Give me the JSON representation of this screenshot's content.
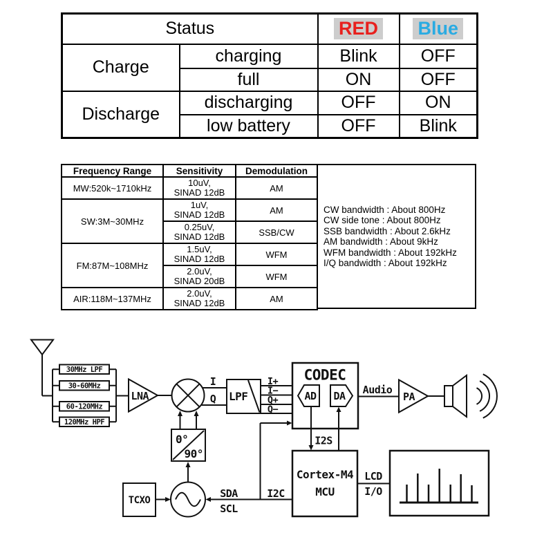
{
  "led_table": {
    "headers": {
      "status": "Status",
      "red": "RED",
      "blue": "Blue"
    },
    "red_color": "#e8201e",
    "blue_color": "#2aabe2",
    "highlight_color": "#cdcdcd",
    "rows": [
      {
        "group": "Charge",
        "state": "charging",
        "red": "Blink",
        "blue": "OFF"
      },
      {
        "group": "Charge",
        "state": "full",
        "red": "ON",
        "blue": "OFF"
      },
      {
        "group": "Discharge",
        "state": "discharging",
        "red": "OFF",
        "blue": "ON"
      },
      {
        "group": "Discharge",
        "state": "low battery",
        "red": "OFF",
        "blue": "Blink"
      }
    ]
  },
  "spec_table": {
    "headers": [
      "Frequency Range",
      "Sensitivity",
      "Demodulation"
    ],
    "rows": [
      {
        "range": "MW:520k~1710kHz",
        "sens1": "10uV,",
        "sens2": "SINAD 12dB",
        "demod": "AM"
      },
      {
        "range": "SW:3M~30MHz",
        "sens1": "1uV,",
        "sens2": "SINAD 12dB",
        "demod": "AM"
      },
      {
        "range": "",
        "sens1": "0.25uV,",
        "sens2": "SINAD 12dB",
        "demod": "SSB/CW"
      },
      {
        "range": "FM:87M~108MHz",
        "sens1": "1.5uV,",
        "sens2": "SINAD 12dB",
        "demod": "WFM"
      },
      {
        "range": "",
        "sens1": "2.0uV,",
        "sens2": "SINAD 20dB",
        "demod": "WFM"
      },
      {
        "range": "AIR:118M~137MHz",
        "sens1": "2.0uV,",
        "sens2": "SINAD 12dB",
        "demod": "AM"
      }
    ]
  },
  "bandwidth_notes": {
    "lines": [
      "CW bandwidth : About 800Hz",
      "CW side tone : About 800Hz",
      "SSB bandwidth : About 2.6kHz",
      "AM bandwidth : About 9kHz",
      "WFM bandwidth : About 192kHz",
      "I/Q bandwidth : About 192kHz"
    ]
  },
  "diagram": {
    "filters": [
      "30MHz LPF",
      "30-60MHz",
      "60-120MHz",
      "120MHz HPF"
    ],
    "lna": "LNA",
    "mixer_i": "I",
    "mixer_q": "Q",
    "lpf": "LPF",
    "iq_lines": [
      "I+",
      "I−",
      "Q+",
      "Q−"
    ],
    "codec": "CODEC",
    "ad": "AD",
    "da": "DA",
    "audio": "Audio",
    "pa": "PA",
    "phase_0": "0°",
    "phase_90": "90°",
    "tcxo": "TCXO",
    "sda": "SDA",
    "scl": "SCL",
    "i2c": "I2C",
    "i2s": "I2S",
    "mcu_line1": "Cortex-M4",
    "mcu_line2": "MCU",
    "lcd": "LCD",
    "io": "I/O"
  }
}
